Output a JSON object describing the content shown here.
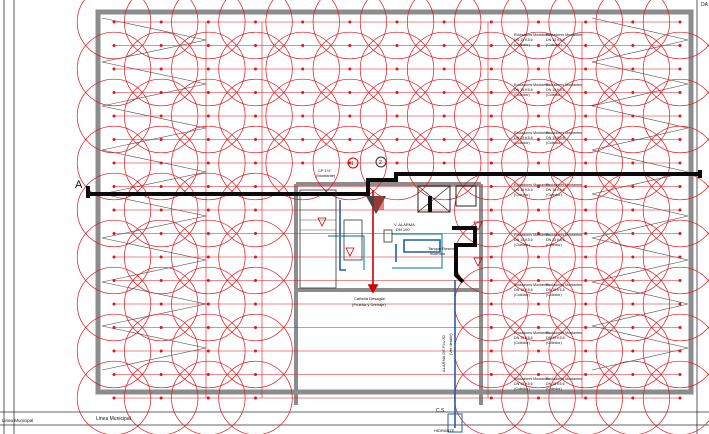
{
  "colors": {
    "sprinkler_red": "#e0141c",
    "main_pipe_black": "#0a0a0a",
    "riser_blue": "#1f5fa8",
    "wall_grey": "#8c8c8c",
    "teal_pipe": "#2d8f9a"
  },
  "drawing": {
    "section_marker": "A",
    "street_left_label": "Linea Municipal",
    "street_right_label": "Linea Municipal",
    "corner_mark_right": "DA",
    "sprinkler_heads_per_row": 13,
    "sprinkler_rows": 17,
    "side_labels": [
      {
        "line1": "Rociadores Montantes",
        "line2": "DN 15 K5.6",
        "line3": "(Colector)",
        "col": "a"
      },
      {
        "line1": "Rociadores Montantes",
        "line2": "DN 15 K5.6",
        "line3": "(Colector)",
        "col": "b"
      }
    ],
    "core_labels": {
      "riser_top": "CP 1½\"",
      "riser_sub": "(Montante)",
      "valve_label": "V. ALARMA",
      "valve_sub": "DN 100",
      "tank_label": "Tanque Reserva",
      "tank_sub": "Incendio",
      "drain_label": "Cañeria Desagüe",
      "drain_sub": "(Prueba y Drenaje)",
      "alarm_label": "ALARMA DE FLUJO",
      "alarm_sub": "(Ver detalle)",
      "bottom_conn": "C.S.",
      "bottom_hyd": "HIDRANTE",
      "circle_1": "1",
      "circle_2": "2"
    }
  }
}
